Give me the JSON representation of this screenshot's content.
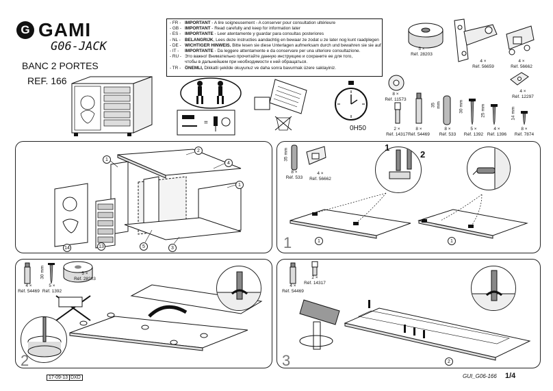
{
  "header": {
    "brand": "GAMI",
    "model": "G06-JACK",
    "subtitle": "BANC 2 PORTES",
    "ref": "REF. 166"
  },
  "notes": [
    {
      "code": "- FR -",
      "label": "IMPORTANT",
      "text": " - A lire soigneusement - A conserver pour consultation ultérieure"
    },
    {
      "code": "- GB -",
      "label": "IMPORTANT",
      "text": " - Read carefully and keep for information later"
    },
    {
      "code": "- ES -",
      "label": "IMPORTANTE",
      "text": " - Leer atentamente y guardar para consultas posteriores"
    },
    {
      "code": "- NL -",
      "label": "BELANGRIJK",
      "text": ", Lees deze instructies aandachtig en bewaar ze zodat u ze later nog kunt raadplegen"
    },
    {
      "code": "- DE -",
      "label": "WICHTIGER HINWEIS.",
      "text": " Bitte lesen sie diese Unterlagen aufmerksam durch und bewahren sie sie auf"
    },
    {
      "code": "- IT -",
      "label": "IMPORTANTE",
      "text": " - Da leggere attentamente e da conservare per una ulteriore consultazione."
    },
    {
      "code": "- RU -",
      "label": "",
      "text": "Это важно! Внимательно прочитайте данную инструкцию и сохраните ее для того,"
    },
    {
      "code": "",
      "label": "",
      "text": "чтобы в дальнейшем при необходимости к ней обращаться."
    },
    {
      "code": "- TR -",
      "label": "ÖNEMLI,",
      "text": " Dikkatli şekilde okuyunuz ve daha sonra bavurmak üzere saklayiniz."
    }
  ],
  "time": "0H50",
  "parts": [
    {
      "qty": "5 ×",
      "ref": "Réf. 28203"
    },
    {
      "qty": "4 ×",
      "ref": "Réf. 56659"
    },
    {
      "qty": "4 ×",
      "ref": "Réf. 56662"
    },
    {
      "qty": "4 ×",
      "ref": "Réf. 12297"
    },
    {
      "qty": "8 ×",
      "ref": "Réf. 11573"
    },
    {
      "qty": "2 ×",
      "ref": "Réf. 14317"
    },
    {
      "qty": "8 ×",
      "ref": "Réf. 54469"
    },
    {
      "qty": "8 ×",
      "ref": "Réf. 533",
      "dim": "35 mm"
    },
    {
      "qty": "5 ×",
      "ref": "Réf. 1392",
      "dim": "30 mm"
    },
    {
      "qty": "4 ×",
      "ref": "Réf. 1396",
      "dim": "25 mm"
    },
    {
      "qty": "8 ×",
      "ref": "Réf. 7874",
      "dim": "14 mm"
    }
  ],
  "steps": {
    "s0_callouts": [
      "1",
      "2",
      "4",
      "1",
      "14",
      "13",
      "5",
      "3"
    ],
    "s1": {
      "num": "1",
      "dim": "35 mm",
      "part_a": {
        "qty": "8 ×",
        "ref": "Réf. 533"
      },
      "part_b": {
        "qty": "4 ×",
        "ref": "Réf. 56662"
      },
      "zoom_labels": [
        "1",
        "2"
      ],
      "callouts": [
        "1",
        "1"
      ]
    },
    "s2": {
      "num": "2",
      "dim": "30 mm",
      "part_a": {
        "qty": "4 ×",
        "ref": "Réf. 54469"
      },
      "part_b": {
        "qty": "5 ×",
        "ref": "Réf. 1392"
      },
      "part_c": {
        "qty": "5 ×",
        "ref": "Réf. 28203"
      }
    },
    "s3": {
      "num": "3",
      "part_a": {
        "qty": "4 ×",
        "ref": "Réf. 54469"
      },
      "part_b": {
        "qty": "2 ×",
        "ref": "Réf. 14317"
      },
      "callouts": [
        "2"
      ]
    }
  },
  "footer": {
    "date": "17-09-13",
    "date_suffix": "DXD",
    "code": "GUI_G06-166",
    "page": "1/4"
  }
}
